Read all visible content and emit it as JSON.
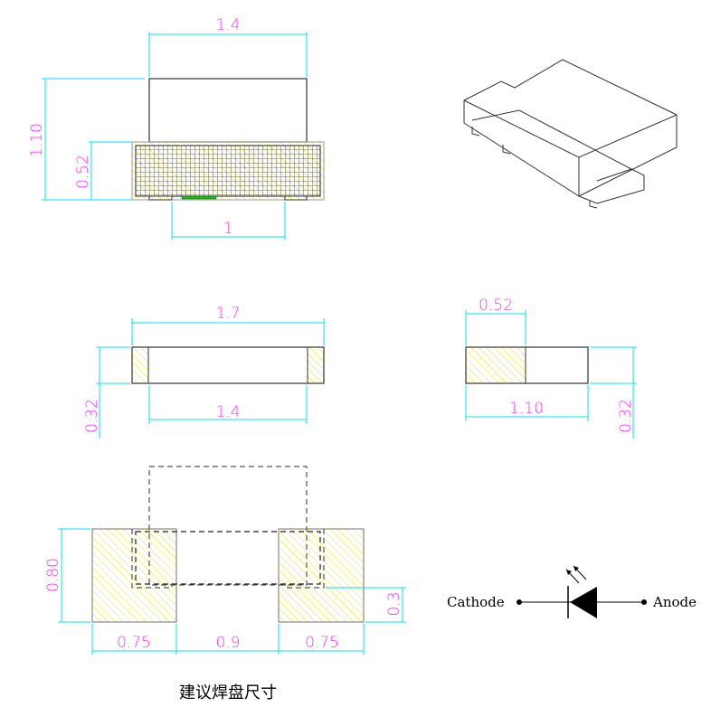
{
  "top_view": {
    "width_label": "1.4",
    "height_label": "1.10",
    "lens_height_label": "0.52",
    "pad_spacing_label": "1"
  },
  "side_view": {
    "length_label": "1.7",
    "body_label": "1.4",
    "thickness_label": "0.32"
  },
  "end_view": {
    "pad_label": "0.52",
    "width_label": "1.10",
    "thickness_label": "0.32"
  },
  "footprint": {
    "pad_height_label": "0.80",
    "pad_width_left_label": "0.75",
    "gap_label": "0.9",
    "pad_width_right_label": "0.75",
    "offset_label": "0.3",
    "caption": "建议焊盘尺寸"
  },
  "symbol": {
    "cathode_label": "Cathode",
    "anode_label": "Anode"
  },
  "colors": {
    "dimension_text": "#ff33ff",
    "dimension_line": "#00e5ee",
    "pad_hatch": "#f0e000",
    "lens": "#00cc00"
  }
}
